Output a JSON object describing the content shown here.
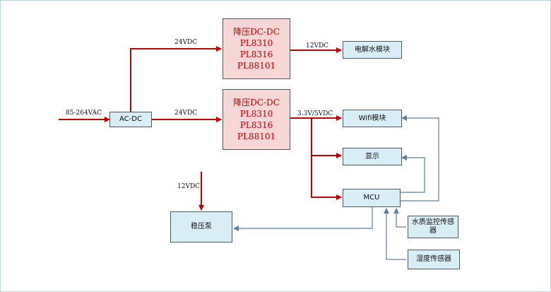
{
  "colors": {
    "power_line": "#c00000",
    "signal_line": "#5b7fa8",
    "box_fill": "#d9eef4",
    "dc_fill": "#f7d7d5",
    "dc_text": "#c00000"
  },
  "blocks": {
    "acdc": "AC-DC",
    "dcdc_top": {
      "lines": [
        "降压DC-DC",
        "PL8310",
        "PL8316",
        "PL88101"
      ]
    },
    "dcdc_mid": {
      "lines": [
        "降压DC-DC",
        "PL8310",
        "PL8316",
        "PL88101"
      ]
    },
    "electrolysis": "电解水模块",
    "wifi": "Wifi模块",
    "display": "显示",
    "mcu": "MCU",
    "pump": "稳压泵",
    "water_quality_sensor": "水质监控传感器",
    "humidity_sensor": "湿度传感器"
  },
  "labels": {
    "ac_input": "85-264VAC",
    "v24_top": "24VDC",
    "v24_mid": "24VDC",
    "v12_top": "12VDC",
    "v33": "3.3V/5VDC",
    "v12_pump": "12VDC"
  }
}
